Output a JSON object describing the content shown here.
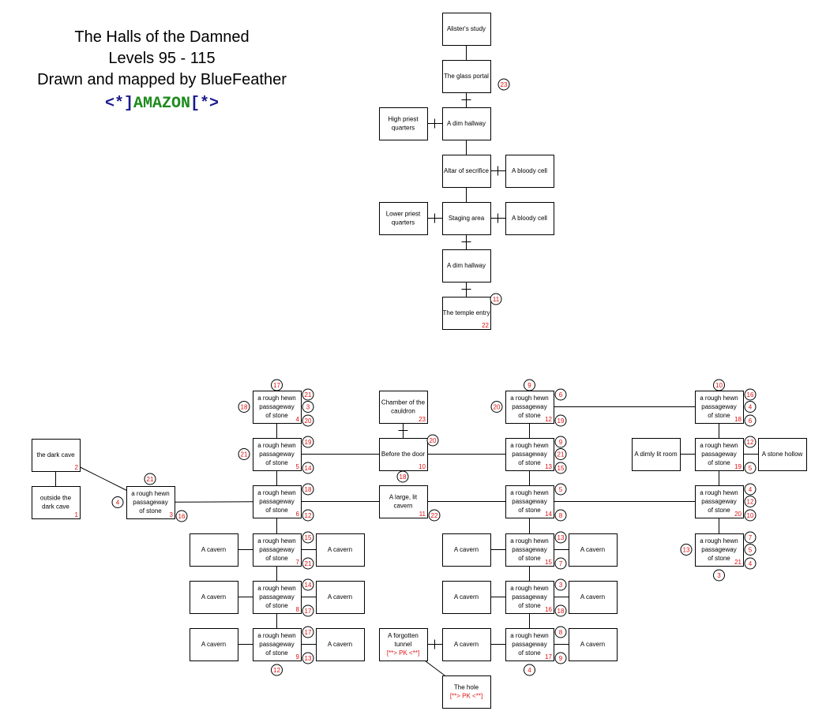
{
  "header": {
    "title": "The Halls of the Damned",
    "levels": "Levels 95 - 115",
    "credit": "Drawn and mapped by BlueFeather",
    "brand": {
      "left": "<*]",
      "name": "AMAZON",
      "right": "[*>"
    }
  },
  "colors": {
    "line": "#000000",
    "number": "#e01010",
    "brand_blue": "#1a1a8c",
    "brand_green": "#1c8a1c"
  },
  "rooms": [
    {
      "id": "alister",
      "lines": [
        "Alister's study"
      ]
    },
    {
      "id": "glass",
      "lines": [
        "The glass portal"
      ]
    },
    {
      "id": "dim1",
      "lines": [
        "A dim hallway"
      ]
    },
    {
      "id": "highpriest",
      "lines": [
        "High priest",
        "quarters"
      ]
    },
    {
      "id": "altar",
      "lines": [
        "Altar of secrifice"
      ]
    },
    {
      "id": "bloody1",
      "lines": [
        "A bloody cell"
      ]
    },
    {
      "id": "lowerpriest",
      "lines": [
        "Lower priest",
        "quarters"
      ]
    },
    {
      "id": "staging",
      "lines": [
        "Staging area"
      ]
    },
    {
      "id": "bloody2",
      "lines": [
        "A bloody cell"
      ]
    },
    {
      "id": "dim2",
      "lines": [
        "A dim hallway"
      ]
    },
    {
      "id": "temple",
      "lines": [
        "The temple entry"
      ],
      "num": "22"
    },
    {
      "id": "darkcave",
      "lines": [
        "the dark cave"
      ],
      "num": "2"
    },
    {
      "id": "outside",
      "lines": [
        "outside the",
        "dark cave"
      ],
      "num": "1"
    },
    {
      "id": "p3",
      "lines": [
        "a rough hewn",
        "passageway",
        "of stone"
      ],
      "num": "3"
    },
    {
      "id": "p4",
      "lines": [
        "a rough hewn",
        "passageway",
        "of stone"
      ],
      "num": "4"
    },
    {
      "id": "p5",
      "lines": [
        "a rough hewn",
        "passageway",
        "of stone"
      ],
      "num": "5"
    },
    {
      "id": "p6",
      "lines": [
        "a rough hewn",
        "passageway",
        "of stone"
      ],
      "num": "6"
    },
    {
      "id": "p7",
      "lines": [
        "a rough hewn",
        "passageway",
        "of stone"
      ],
      "num": "7"
    },
    {
      "id": "p8",
      "lines": [
        "a rough hewn",
        "passageway",
        "of stone"
      ],
      "num": "8"
    },
    {
      "id": "p9",
      "lines": [
        "a rough hewn",
        "passageway",
        "of stone"
      ],
      "num": "9"
    },
    {
      "id": "cav7l",
      "lines": [
        "A cavern"
      ]
    },
    {
      "id": "cav7r",
      "lines": [
        "A cavern"
      ]
    },
    {
      "id": "cav8l",
      "lines": [
        "A cavern"
      ]
    },
    {
      "id": "cav8r",
      "lines": [
        "A cavern"
      ]
    },
    {
      "id": "cav9l",
      "lines": [
        "A cavern"
      ]
    },
    {
      "id": "cav9r",
      "lines": [
        "A cavern"
      ]
    },
    {
      "id": "chamber",
      "lines": [
        "Chamber of the",
        "cauldron"
      ],
      "num": "23"
    },
    {
      "id": "before",
      "lines": [
        "Before the door"
      ],
      "num": "10"
    },
    {
      "id": "large",
      "lines": [
        "A large, lit",
        "cavern"
      ],
      "num": "11"
    },
    {
      "id": "p12",
      "lines": [
        "a rough hewn",
        "passageway",
        "of stone"
      ],
      "num": "12"
    },
    {
      "id": "p13",
      "lines": [
        "a rough hewn",
        "passageway",
        "of stone"
      ],
      "num": "13"
    },
    {
      "id": "p14",
      "lines": [
        "a rough hewn",
        "passageway",
        "of stone"
      ],
      "num": "14"
    },
    {
      "id": "p15",
      "lines": [
        "a rough hewn",
        "passageway",
        "of stone"
      ],
      "num": "15"
    },
    {
      "id": "p16",
      "lines": [
        "a rough hewn",
        "passageway",
        "of stone"
      ],
      "num": "16"
    },
    {
      "id": "p17",
      "lines": [
        "a rough hewn",
        "passageway",
        "of stone"
      ],
      "num": "17"
    },
    {
      "id": "cav15l",
      "lines": [
        "A cavern"
      ]
    },
    {
      "id": "cav15r",
      "lines": [
        "A cavern"
      ]
    },
    {
      "id": "cav16l",
      "lines": [
        "A cavern"
      ]
    },
    {
      "id": "cav16r",
      "lines": [
        "A cavern"
      ]
    },
    {
      "id": "cav17l",
      "lines": [
        "A cavern"
      ]
    },
    {
      "id": "cav17r",
      "lines": [
        "A cavern"
      ]
    },
    {
      "id": "forgotten",
      "lines": [
        "A forgotten",
        "tunnel"
      ],
      "red": "[**> PK <**]"
    },
    {
      "id": "hole",
      "lines": [
        "The hole"
      ],
      "red": "[**> PK <**]"
    },
    {
      "id": "p18",
      "lines": [
        "a rough hewn",
        "passageway",
        "of stone"
      ],
      "num": "18"
    },
    {
      "id": "p19",
      "lines": [
        "a rough hewn",
        "passageway",
        "of stone"
      ],
      "num": "19"
    },
    {
      "id": "p20",
      "lines": [
        "a rough hewn",
        "passageway",
        "of stone"
      ],
      "num": "20"
    },
    {
      "id": "p21",
      "lines": [
        "a rough hewn",
        "passageway",
        "of stone"
      ],
      "num": "21"
    },
    {
      "id": "dimly",
      "lines": [
        "A dimly lit room"
      ]
    },
    {
      "id": "hollow",
      "lines": [
        "A stone hollow"
      ]
    }
  ],
  "exits": [
    {
      "room": "glass",
      "side": "e",
      "label": "23"
    },
    {
      "room": "temple",
      "side": "ne",
      "label": "11"
    },
    {
      "room": "p3",
      "side": "n",
      "label": "21"
    },
    {
      "room": "p3",
      "side": "w",
      "label": "4"
    },
    {
      "room": "p3",
      "side": "se",
      "label": "16"
    },
    {
      "room": "p4",
      "side": "n",
      "label": "17"
    },
    {
      "room": "p4",
      "side": "w",
      "label": "18"
    },
    {
      "room": "p4",
      "side": "ne",
      "label": "21"
    },
    {
      "room": "p4",
      "side": "e",
      "label": "3"
    },
    {
      "room": "p4",
      "side": "se",
      "label": "20"
    },
    {
      "room": "p5",
      "side": "w",
      "label": "21"
    },
    {
      "room": "p5",
      "side": "ne",
      "label": "19"
    },
    {
      "room": "p5",
      "side": "se",
      "label": "14"
    },
    {
      "room": "p6",
      "side": "ne",
      "label": "18"
    },
    {
      "room": "p6",
      "side": "se",
      "label": "12"
    },
    {
      "room": "p7",
      "side": "ne",
      "label": "15"
    },
    {
      "room": "p7",
      "side": "se",
      "label": "21"
    },
    {
      "room": "p8",
      "side": "ne",
      "label": "14"
    },
    {
      "room": "p8",
      "side": "se",
      "label": "17"
    },
    {
      "room": "p9",
      "side": "ne",
      "label": "17"
    },
    {
      "room": "p9",
      "side": "se",
      "label": "13"
    },
    {
      "room": "p9",
      "side": "s",
      "label": "12"
    },
    {
      "room": "before",
      "side": "ne",
      "label": "20"
    },
    {
      "room": "before",
      "side": "sw",
      "label": "18"
    },
    {
      "room": "large",
      "side": "se",
      "label": "22"
    },
    {
      "room": "p12",
      "side": "n",
      "label": "9"
    },
    {
      "room": "p12",
      "side": "w",
      "label": "20"
    },
    {
      "room": "p12",
      "side": "ne",
      "label": "6"
    },
    {
      "room": "p12",
      "side": "se",
      "label": "19"
    },
    {
      "room": "p13",
      "side": "ne",
      "label": "9"
    },
    {
      "room": "p13",
      "side": "e",
      "label": "21"
    },
    {
      "room": "p13",
      "side": "se",
      "label": "15"
    },
    {
      "room": "p14",
      "side": "ne",
      "label": "5"
    },
    {
      "room": "p14",
      "side": "se",
      "label": "8"
    },
    {
      "room": "p15",
      "side": "ne",
      "label": "13"
    },
    {
      "room": "p15",
      "side": "se",
      "label": "7"
    },
    {
      "room": "p16",
      "side": "ne",
      "label": "3"
    },
    {
      "room": "p16",
      "side": "se",
      "label": "18"
    },
    {
      "room": "p17",
      "side": "ne",
      "label": "8"
    },
    {
      "room": "p17",
      "side": "se",
      "label": "9"
    },
    {
      "room": "p17",
      "side": "s",
      "label": "4"
    },
    {
      "room": "p18",
      "side": "n",
      "label": "10"
    },
    {
      "room": "p18",
      "side": "ne",
      "label": "16"
    },
    {
      "room": "p18",
      "side": "e",
      "label": "4"
    },
    {
      "room": "p18",
      "side": "se",
      "label": "6"
    },
    {
      "room": "p19",
      "side": "ne",
      "label": "12"
    },
    {
      "room": "p19",
      "side": "se",
      "label": "5"
    },
    {
      "room": "p20",
      "side": "ne",
      "label": "4"
    },
    {
      "room": "p20",
      "side": "e",
      "label": "12"
    },
    {
      "room": "p20",
      "side": "se",
      "label": "10"
    },
    {
      "room": "p21",
      "side": "w",
      "label": "13"
    },
    {
      "room": "p21",
      "side": "ne",
      "label": "7"
    },
    {
      "room": "p21",
      "side": "e",
      "label": "5"
    },
    {
      "room": "p21",
      "side": "se",
      "label": "4"
    },
    {
      "room": "p21",
      "side": "s",
      "label": "3"
    }
  ]
}
